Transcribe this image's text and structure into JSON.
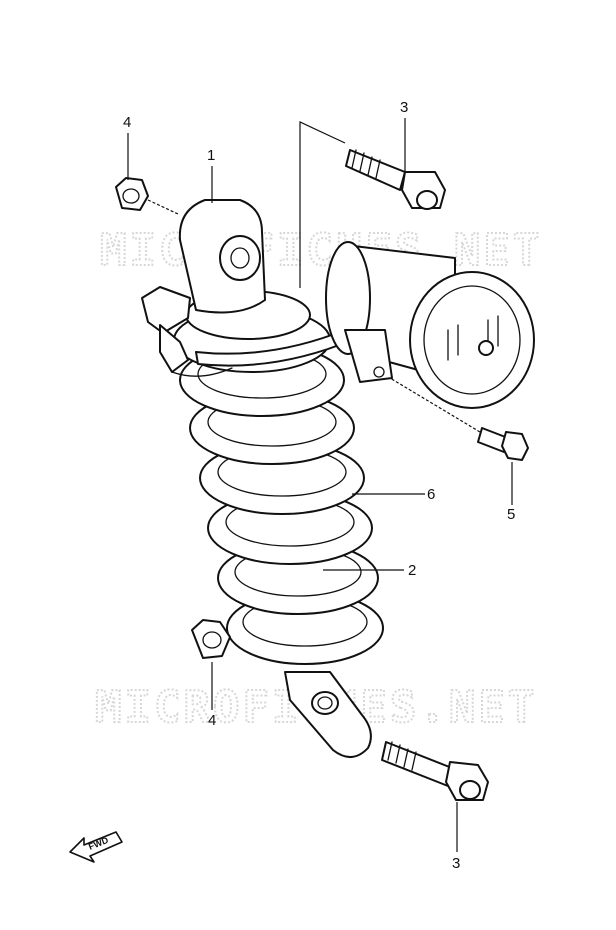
{
  "watermark": "MICROFICHES.NET",
  "callouts": {
    "shock_absorber": "1",
    "spring_2": "2",
    "bolt_top": "3",
    "bolt_bottom": "3",
    "nut_top": "4",
    "nut_bottom": "4",
    "reservoir_bolt": "5",
    "spring_6": "6"
  },
  "fwd_label": "FWD"
}
